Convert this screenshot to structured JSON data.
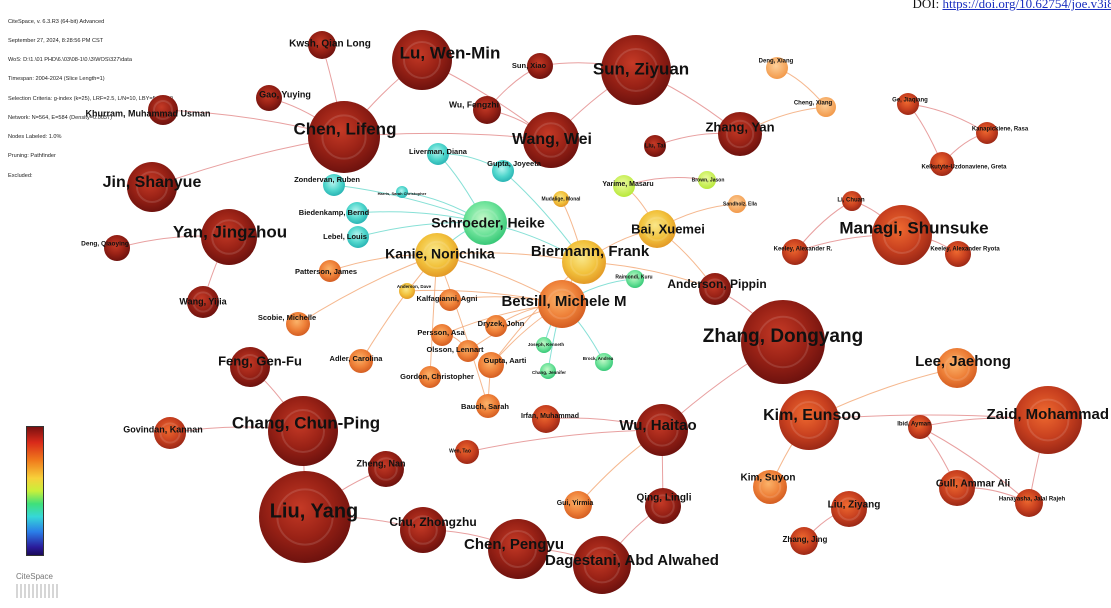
{
  "meta_lines": [
    "CiteSpace, v. 6.3.R3 (64-bit) Advanced",
    "September 27, 2024, 8:28:56 PM CST",
    "WoS: D:\\1.\\01 PHD\\6.\\03\\08-1\\0.\\3\\WOS\\327\\data",
    "Timespan: 2004-2024 (Slice Length=1)",
    "Selection Criteria: g-index (k=25), LRF=2.5, L/N=10, LBY=5, e=1.0",
    "Network: N=564, E=584 (Density=0.0037)",
    "Nodes Labeled: 1.0%",
    "Pruning: Pathfinder",
    "Excluded:"
  ],
  "doi": {
    "prefix": "DOI: ",
    "link": "https://doi.org/10.62754/joe.v3i8."
  },
  "logo_text": "CiteSpace",
  "colors": {
    "dark_red": "#8a1a14",
    "red": "#c0391f",
    "orange": "#ee7d2e",
    "light_orange": "#f5a55a",
    "yellow": "#f3c23c",
    "lime": "#c9ef4a",
    "green": "#55df7a",
    "cyan": "#3fd2c8",
    "edge_red": "#e08080",
    "edge_orange": "#f2a06a",
    "edge_cyan": "#5fd6c8"
  },
  "nodes": [
    {
      "label": "Kwsh, Qian Long",
      "color": "dark_red"
    },
    {
      "label": "Lu, Wen-Min",
      "color": "dark_red"
    },
    {
      "label": "Sun, Xiao",
      "color": "dark_red"
    },
    {
      "label": "Sun, Ziyuan",
      "color": "dark_red"
    },
    {
      "label": "Deng, Xiang",
      "color": "light_orange"
    },
    {
      "label": "Gao, Yuying",
      "color": "dark_red"
    },
    {
      "label": "Khurram, Muhammad Usman",
      "color": "dark_red"
    },
    {
      "label": "Wu, Fengzhi",
      "color": "dark_red"
    },
    {
      "label": "Cheng, Xiang",
      "color": "light_orange"
    },
    {
      "label": "Ge, Jiaqiang",
      "color": "red"
    },
    {
      "label": "Chen, Lifeng",
      "color": "dark_red"
    },
    {
      "label": "Wang, Wei",
      "color": "dark_red"
    },
    {
      "label": "Zhang, Yan",
      "color": "dark_red"
    },
    {
      "label": "Liu, Tai",
      "color": "dark_red"
    },
    {
      "label": "Kanapickiene, Rasa",
      "color": "red"
    },
    {
      "label": "Liverman, Diana",
      "color": "cyan"
    },
    {
      "label": "Gupta, Joyeeta",
      "color": "cyan"
    },
    {
      "label": "Kelkutyte-Uzdonaviene, Greta",
      "color": "red"
    },
    {
      "label": "Jin, Shanyue",
      "color": "dark_red"
    },
    {
      "label": "Zondervan, Ruben",
      "color": "cyan"
    },
    {
      "label": "Yarime, Masaru",
      "color": "lime"
    },
    {
      "label": "Brown, Jason",
      "color": "lime"
    },
    {
      "label": "Harris, Sarah Christopher",
      "color": "cyan"
    },
    {
      "label": "Biedenkamp, Bernd",
      "color": "cyan"
    },
    {
      "label": "Mudalige, Monal",
      "color": "yellow"
    },
    {
      "label": "Sandholz, Ella",
      "color": "light_orange"
    },
    {
      "label": "Li, Chuan",
      "color": "red"
    },
    {
      "label": "Yan, Jingzhou",
      "color": "dark_red"
    },
    {
      "label": "Schroeder, Heike",
      "color": "green"
    },
    {
      "label": "Bai, Xuemei",
      "color": "yellow"
    },
    {
      "label": "Managi, Shunsuke",
      "color": "red"
    },
    {
      "label": "Lebel, Louis",
      "color": "cyan"
    },
    {
      "label": "Deng, Qiaoying",
      "color": "dark_red"
    },
    {
      "label": "Kanie, Norichika",
      "color": "yellow"
    },
    {
      "label": "Biermann, Frank",
      "color": "yellow"
    },
    {
      "label": "Keeley, Alexander R.",
      "color": "red"
    },
    {
      "label": "Keeley, Alexander Ryota",
      "color": "red"
    },
    {
      "label": "Patterson, James",
      "color": "orange"
    },
    {
      "label": "Anderson, Dave",
      "color": "yellow"
    },
    {
      "label": "Raimondi, Kuru",
      "color": "green"
    },
    {
      "label": "Anderson, Pippin",
      "color": "dark_red"
    },
    {
      "label": "Wang, Yijia",
      "color": "dark_red"
    },
    {
      "label": "Kalfagianni, Agni",
      "color": "orange"
    },
    {
      "label": "Betsill, Michele M",
      "color": "orange"
    },
    {
      "label": "Scobie, Michelle",
      "color": "orange"
    },
    {
      "label": "Dryzek, John",
      "color": "orange"
    },
    {
      "label": "Persson, Asa",
      "color": "orange"
    },
    {
      "label": "Zhang, Dongyang",
      "color": "dark_red"
    },
    {
      "label": "Olsson, Lennart",
      "color": "orange"
    },
    {
      "label": "Adler, Carolina",
      "color": "orange"
    },
    {
      "label": "Gupta, Aarti",
      "color": "orange"
    },
    {
      "label": "Joseph, Kenneth",
      "color": "green"
    },
    {
      "label": "Brock, Andrea",
      "color": "green"
    },
    {
      "label": "Feng, Gen-Fu",
      "color": "dark_red"
    },
    {
      "label": "Gordon, Christopher",
      "color": "orange"
    },
    {
      "label": "Lee, Jaehong",
      "color": "orange"
    },
    {
      "label": "Chang, Jennifer",
      "color": "green"
    },
    {
      "label": "Bauch, Sarah",
      "color": "orange"
    },
    {
      "label": "Irfan, Muhammad",
      "color": "red"
    },
    {
      "label": "Chang, Chun-Ping",
      "color": "dark_red"
    },
    {
      "label": "Govindan, Kannan",
      "color": "red"
    },
    {
      "label": "Wu, Haitao",
      "color": "dark_red"
    },
    {
      "label": "Kim, Eunsoo",
      "color": "red"
    },
    {
      "label": "Zaid, Mohammad A",
      "color": "red"
    },
    {
      "label": "Ibid, Ayman",
      "color": "red"
    },
    {
      "label": "Wen, Tao",
      "color": "red"
    },
    {
      "label": "Zheng, Nan",
      "color": "dark_red"
    },
    {
      "label": "Kim, Suyon",
      "color": "orange"
    },
    {
      "label": "Gull, Ammar Ali",
      "color": "red"
    },
    {
      "label": "Hanayasha, Jalal Rajeh",
      "color": "red"
    },
    {
      "label": "Liu, Yang",
      "color": "dark_red"
    },
    {
      "label": "Gui, Yirmia",
      "color": "orange"
    },
    {
      "label": "Qing, Lingli",
      "color": "dark_red"
    },
    {
      "label": "Liu, Ziyang",
      "color": "red"
    },
    {
      "label": "Chu, Zhongzhu",
      "color": "dark_red"
    },
    {
      "label": "Chen, Pengyu",
      "color": "dark_red"
    },
    {
      "label": "Zhang, Jing",
      "color": "red"
    },
    {
      "label": "Dagestani, Abd Alwahed",
      "color": "dark_red"
    }
  ],
  "edges": [
    [
      "Lu, Wen-Min",
      "Chen, Lifeng"
    ],
    [
      "Lu, Wen-Min",
      "Wang, Wei"
    ],
    [
      "Sun, Ziyuan",
      "Wang, Wei"
    ],
    [
      "Sun, Ziyuan",
      "Sun, Xiao"
    ],
    [
      "Sun, Ziyuan",
      "Zhang, Yan"
    ],
    [
      "Sun, Xiao",
      "Wu, Fengzhi"
    ],
    [
      "Wu, Fengzhi",
      "Wang, Wei"
    ],
    [
      "Deng, Xiang",
      "Cheng, Xiang"
    ],
    [
      "Cheng, Xiang",
      "Zhang, Yan"
    ],
    [
      "Ge, Jiaqiang",
      "Kanapickiene, Rasa"
    ],
    [
      "Kanapickiene, Rasa",
      "Kelkutyte-Uzdonaviene, Greta"
    ],
    [
      "Ge, Jiaqiang",
      "Kelkutyte-Uzdonaviene, Greta"
    ],
    [
      "Chen, Lifeng",
      "Khurram, Muhammad Usman"
    ],
    [
      "Chen, Lifeng",
      "Gao, Yuying"
    ],
    [
      "Chen, Lifeng",
      "Jin, Shanyue"
    ],
    [
      "Kwsh, Qian Long",
      "Chen, Lifeng"
    ],
    [
      "Yan, Jingzhou",
      "Deng, Qiaoying"
    ],
    [
      "Yan, Jingzhou",
      "Wang, Yijia"
    ],
    [
      "Zhang, Yan",
      "Liu, Tai"
    ],
    [
      "Li, Chuan",
      "Keeley, Alexander R."
    ],
    [
      "Managi, Shunsuke",
      "Keeley, Alexander R."
    ],
    [
      "Managi, Shunsuke",
      "Keeley, Alexander Ryota"
    ],
    [
      "Managi, Shunsuke",
      "Li, Chuan"
    ],
    [
      "Liverman, Diana",
      "Gupta, Joyeeta"
    ],
    [
      "Liverman, Diana",
      "Schroeder, Heike"
    ],
    [
      "Zondervan, Ruben",
      "Schroeder, Heike"
    ],
    [
      "Biedenkamp, Bernd",
      "Schroeder, Heike"
    ],
    [
      "Lebel, Louis",
      "Schroeder, Heike"
    ],
    [
      "Gupta, Joyeeta",
      "Biermann, Frank"
    ],
    [
      "Schroeder, Heike",
      "Biermann, Frank"
    ],
    [
      "Kanie, Norichika",
      "Biermann, Frank"
    ],
    [
      "Kanie, Norichika",
      "Schroeder, Heike"
    ],
    [
      "Biermann, Frank",
      "Betsill, Michele M"
    ],
    [
      "Kanie, Norichika",
      "Betsill, Michele M"
    ],
    [
      "Bai, Xuemei",
      "Biermann, Frank"
    ],
    [
      "Yarime, Masaru",
      "Bai, Xuemei"
    ],
    [
      "Yarime, Masaru",
      "Brown, Jason"
    ],
    [
      "Bai, Xuemei",
      "Sandholz, Ella"
    ],
    [
      "Bai, Xuemei",
      "Anderson, Pippin"
    ],
    [
      "Mudalige, Monal",
      "Biermann, Frank"
    ],
    [
      "Harris, Sarah Christopher",
      "Schroeder, Heike"
    ],
    [
      "Betsill, Michele M",
      "Kalfagianni, Agni"
    ],
    [
      "Betsill, Michele M",
      "Dryzek, John"
    ],
    [
      "Betsill, Michele M",
      "Persson, Asa"
    ],
    [
      "Betsill, Michele M",
      "Gupta, Aarti"
    ],
    [
      "Betsill, Michele M",
      "Raimondi, Kuru"
    ],
    [
      "Betsill, Michele M",
      "Joseph, Kenneth"
    ],
    [
      "Betsill, Michele M",
      "Brock, Andrea"
    ],
    [
      "Betsill, Michele M",
      "Chang, Jennifer"
    ],
    [
      "Betsill, Michele M",
      "Olsson, Lennart"
    ],
    [
      "Kanie, Norichika",
      "Patterson, James"
    ],
    [
      "Kanie, Norichika",
      "Scobie, Michelle"
    ],
    [
      "Kanie, Norichika",
      "Adler, Carolina"
    ],
    [
      "Kanie, Norichika",
      "Gordon, Christopher"
    ],
    [
      "Kanie, Norichika",
      "Bauch, Sarah"
    ],
    [
      "Anderson, Dave",
      "Betsill, Michele M"
    ],
    [
      "Persson, Asa",
      "Olsson, Lennart"
    ],
    [
      "Gupta, Aarti",
      "Bauch, Sarah"
    ],
    [
      "Biermann, Frank",
      "Gupta, Aarti"
    ],
    [
      "Biermann, Frank",
      "Anderson, Pippin"
    ],
    [
      "Zhang, Dongyang",
      "Anderson, Pippin"
    ],
    [
      "Feng, Gen-Fu",
      "Chang, Chun-Ping"
    ],
    [
      "Chang, Chun-Ping",
      "Govindan, Kannan"
    ],
    [
      "Chang, Chun-Ping",
      "Liu, Yang"
    ],
    [
      "Liu, Yang",
      "Zheng, Nan"
    ],
    [
      "Liu, Yang",
      "Chu, Zhongzhu"
    ],
    [
      "Chu, Zhongzhu",
      "Chen, Pengyu"
    ],
    [
      "Chen, Pengyu",
      "Dagestani, Abd Alwahed"
    ],
    [
      "Dagestani, Abd Alwahed",
      "Qing, Lingli"
    ],
    [
      "Wu, Haitao",
      "Irfan, Muhammad"
    ],
    [
      "Wu, Haitao",
      "Wen, Tao"
    ],
    [
      "Wu, Haitao",
      "Gui, Yirmia"
    ],
    [
      "Wu, Haitao",
      "Qing, Lingli"
    ],
    [
      "Kim, Eunsoo",
      "Lee, Jaehong"
    ],
    [
      "Kim, Eunsoo",
      "Kim, Suyon"
    ],
    [
      "Kim, Eunsoo",
      "Zaid, Mohammad A"
    ],
    [
      "Zaid, Mohammad A",
      "Ibid, Ayman"
    ],
    [
      "Ibid, Ayman",
      "Gull, Ammar Ali"
    ],
    [
      "Ibid, Ayman",
      "Hanayasha, Jalal Rajeh"
    ],
    [
      "Gull, Ammar Ali",
      "Hanayasha, Jalal Rajeh"
    ],
    [
      "Zaid, Mohammad A",
      "Hanayasha, Jalal Rajeh"
    ],
    [
      "Liu, Ziyang",
      "Zhang, Jing"
    ],
    [
      "Zhang, Dongyang",
      "Wu, Haitao"
    ],
    [
      "Wang, Wei",
      "Chen, Lifeng"
    ]
  ]
}
